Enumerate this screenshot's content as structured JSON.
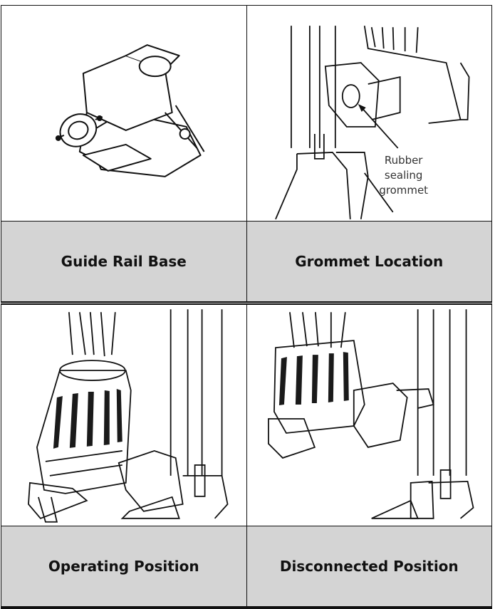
{
  "cells": [
    {
      "caption": "Guide Rail Base"
    },
    {
      "caption": "Grommet Location",
      "annotation": [
        "Rubber",
        "sealing",
        "grommet"
      ]
    },
    {
      "caption": "Operating Position"
    },
    {
      "caption": "Disconnected Position"
    }
  ]
}
